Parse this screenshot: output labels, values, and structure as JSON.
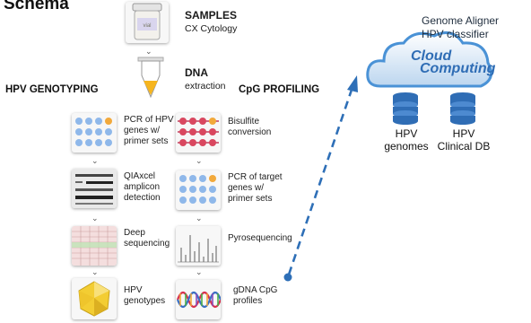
{
  "title": "Schema",
  "samples": {
    "heading": "SAMPLES",
    "sub": "CX Cytology"
  },
  "dna": {
    "heading": "DNA",
    "sub": "extraction"
  },
  "columns": {
    "left": "HPV GENOTYPING",
    "right": "CpG PROFILING"
  },
  "left_steps": [
    {
      "label": "PCR of HPV\ngenes w/\nprimer sets"
    },
    {
      "label": "QIAxcel\namplicon\ndetection"
    },
    {
      "label": "Deep\nsequencing"
    },
    {
      "label": "HPV\ngenotypes"
    }
  ],
  "right_steps": [
    {
      "label": "Bisulfite\nconversion"
    },
    {
      "label": "PCR of target\ngenes w/\nprimer sets"
    },
    {
      "label": "Pyrosequencing"
    },
    {
      "label": "gDNA CpG\nprofiles"
    }
  ],
  "cloud": {
    "line1": "Genome Aligner",
    "line2": "HPV classifier",
    "logo_line1": "Cloud",
    "logo_line2": "Computing"
  },
  "databases": [
    {
      "label": "HPV\ngenomes"
    },
    {
      "label": "HPV\nClinical DB"
    }
  ],
  "colors": {
    "blue_dot": "#8fb8ea",
    "orange_dot": "#f2a93b",
    "db_blue": "#2f6db5",
    "arrow": "#2e6fb7",
    "cloud": "#4a92d6"
  }
}
